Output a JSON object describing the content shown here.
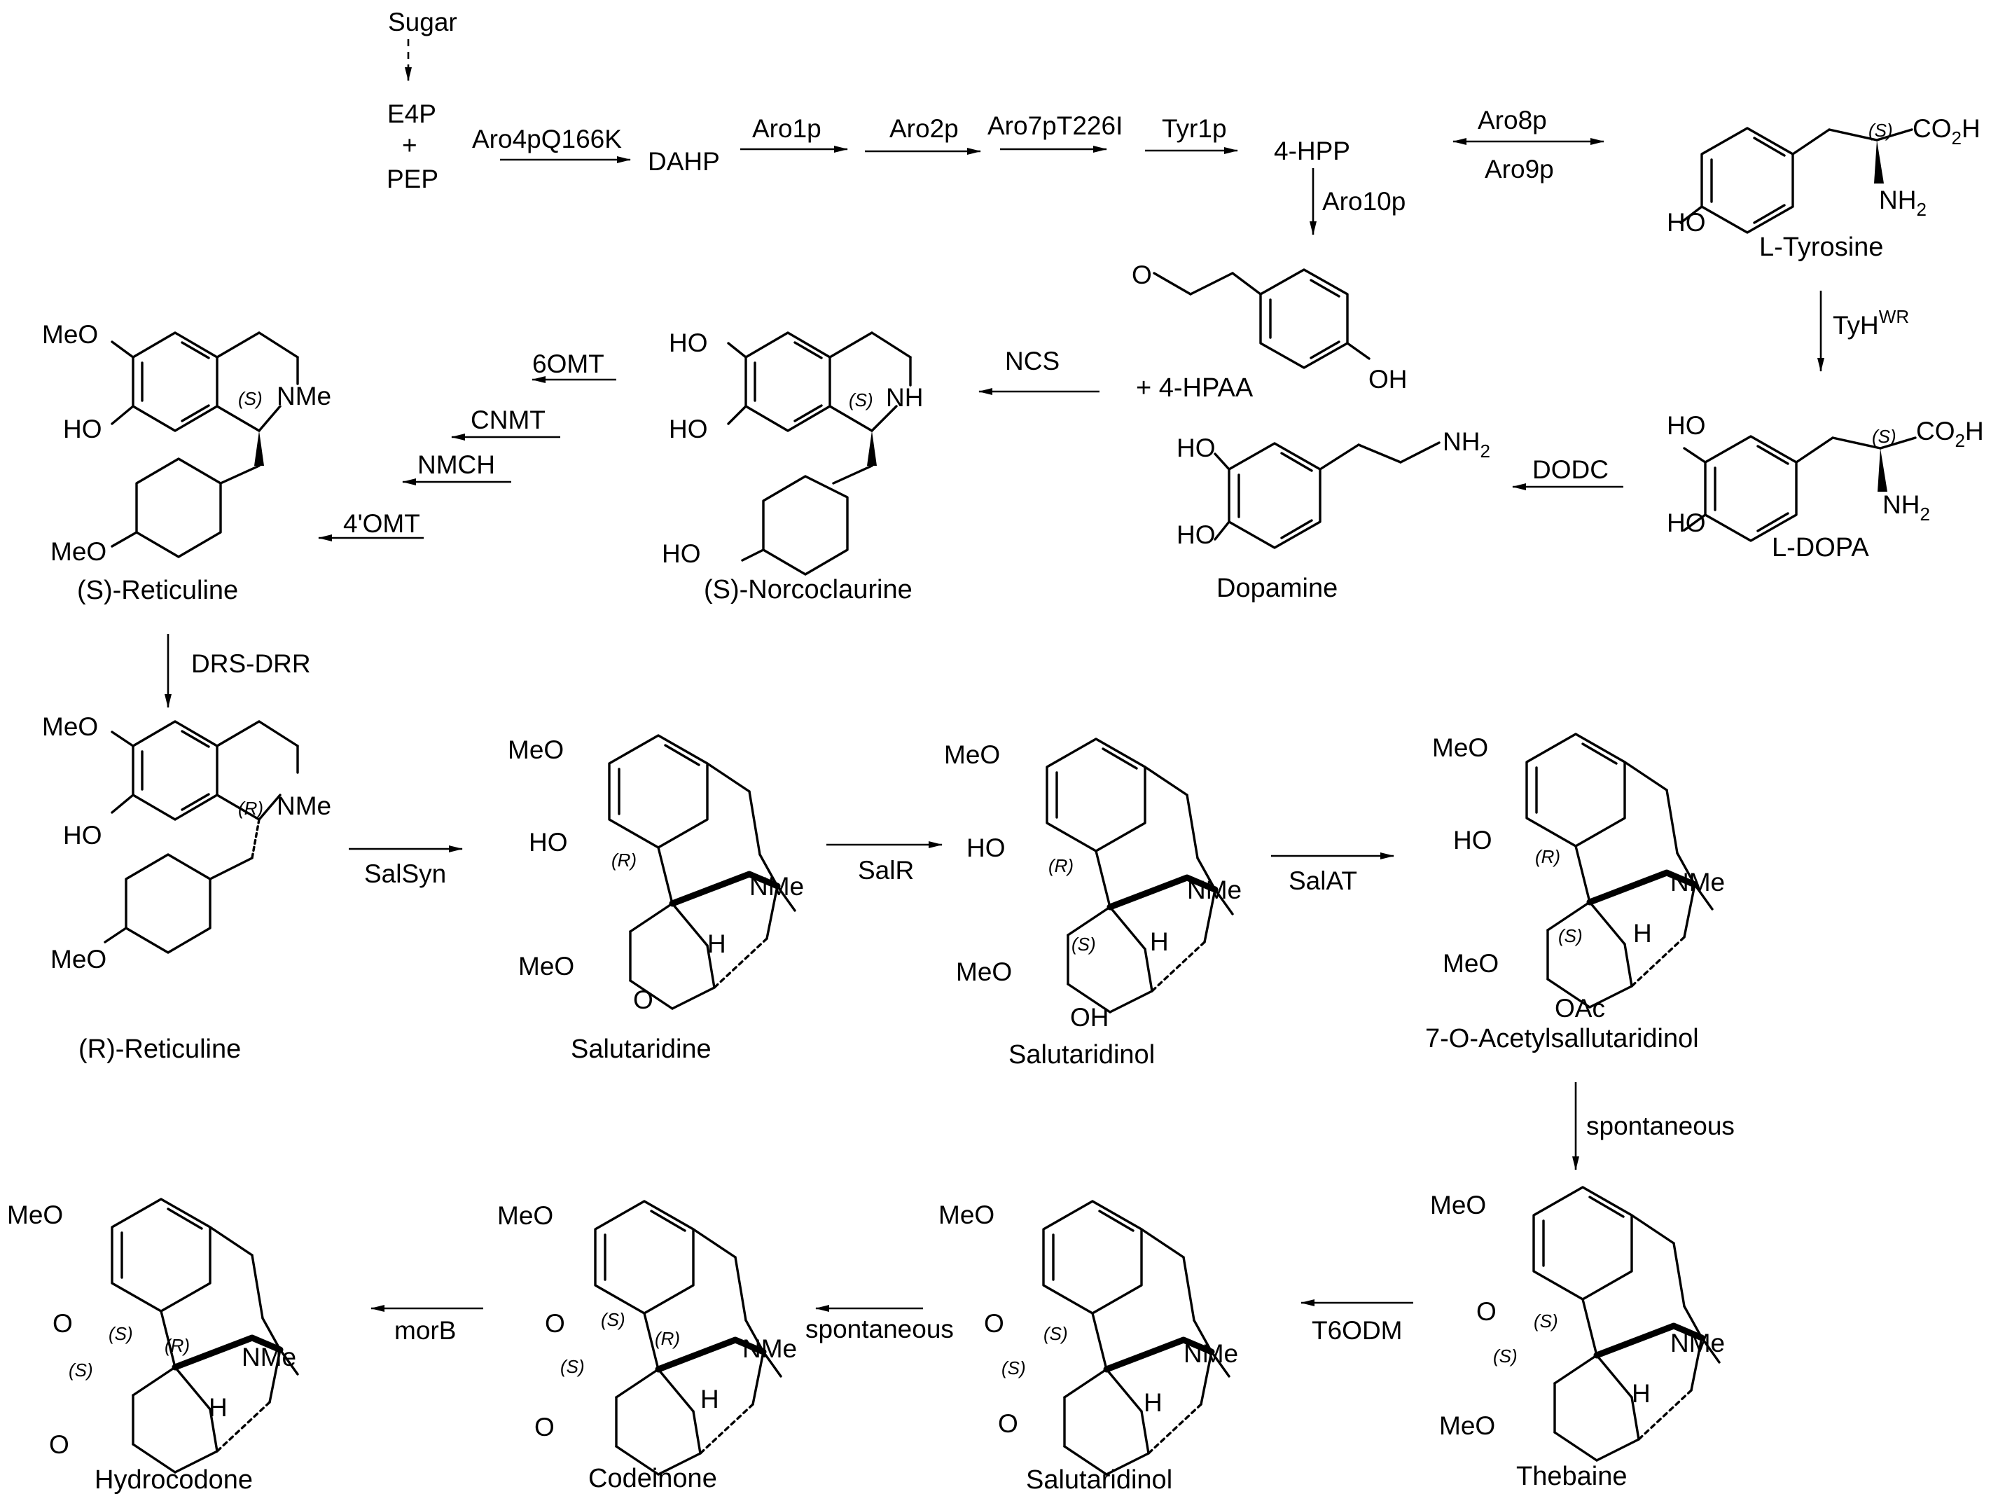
{
  "precursors": {
    "sugar": "Sugar",
    "e4p": "E4P",
    "plus": "+",
    "pep": "PEP",
    "dahp": "DAHP",
    "hpp": "4-HPP",
    "hpaa": "+ 4-HPAA"
  },
  "enzymes": {
    "aro4": "Aro4pQ166K",
    "aro1": "Aro1p",
    "aro2": "Aro2p",
    "aro7": "Aro7pT226I",
    "tyr1": "Tyr1p",
    "aro8": "Aro8p",
    "aro9": "Aro9p",
    "aro10": "Aro10p",
    "tyh": "TyH",
    "tyh_sup": "WR",
    "dodc": "DODC",
    "ncs": "NCS",
    "omt6": "6OMT",
    "cnmt": "CNMT",
    "nmch": "NMCH",
    "omt4": "4'OMT",
    "drs": "DRS-DRR",
    "salsyn": "SalSyn",
    "salr": "SalR",
    "salat": "SalAT",
    "spont1": "spontaneous",
    "t6odm": "T6ODM",
    "spont2": "spontaneous",
    "morb": "morB"
  },
  "compounds": {
    "tyrosine": "L-Tyrosine",
    "dopa": "L-DOPA",
    "dopamine": "Dopamine",
    "norcoclaurine": "(S)-Norcoclaurine",
    "s_reticuline": "(S)-Reticuline",
    "r_reticuline": "(R)-Reticuline",
    "salutaridine": "Salutaridine",
    "salutaridinol": "Salutaridinol",
    "acetyl": "7-O-Acetylsallutaridinol",
    "thebaine": "Thebaine",
    "salutaridinol2": "Salutaridinol",
    "codeinone": "Codeinone",
    "hydrocodone": "Hydrocodone"
  },
  "atoms": {
    "oh": "OH",
    "ho": "HO",
    "meo": "MeO",
    "nme": "NMe",
    "nh": "NH",
    "nh2": "NH",
    "sub2": "2",
    "co2h": "CO",
    "h": "H",
    "o": "O",
    "oac": "OAc",
    "s": "(S)",
    "r": "(R)"
  }
}
